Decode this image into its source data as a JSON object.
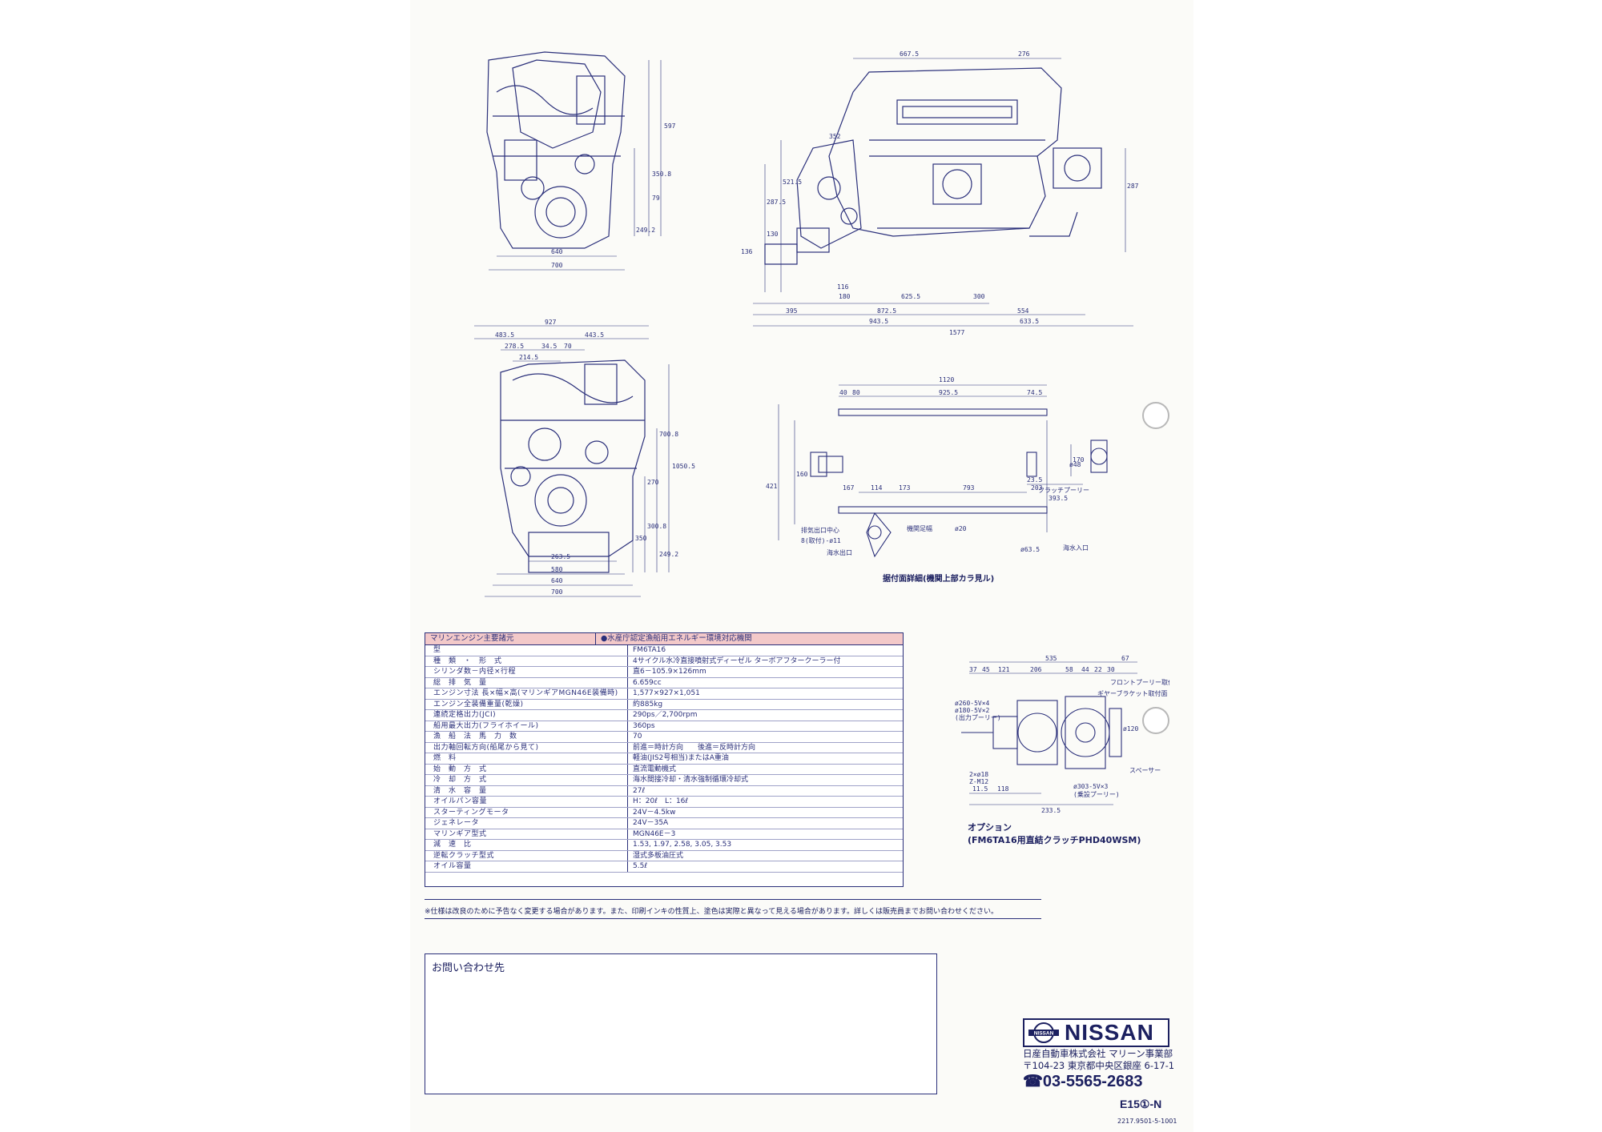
{
  "drawings": {
    "front_view": {
      "dims": [
        "640",
        "700",
        "597",
        "350.8",
        "79",
        "249.2"
      ]
    },
    "side_view": {
      "dims": [
        "667.5",
        "276",
        "352",
        "287.5",
        "521.5",
        "130",
        "136",
        "287",
        "116",
        "180",
        "625.5",
        "300",
        "395",
        "872.5",
        "554",
        "943.5",
        "1577",
        "633.5"
      ]
    },
    "rear_view": {
      "dims": [
        "927",
        "483.5",
        "443.5",
        "278.5",
        "34.5",
        "70",
        "214.5",
        "1050.5",
        "700.8",
        "270",
        "300.8",
        "350",
        "249.2",
        "263.5",
        "580",
        "640",
        "700"
      ]
    },
    "mount_detail": {
      "caption": "据付面詳細(機関上部カラ見ル)",
      "dims": [
        "1120",
        "40",
        "80",
        "925.5",
        "74.5",
        "160",
        "421",
        "167",
        "114",
        "173",
        "793",
        "23.5",
        "203",
        "393.5",
        "170"
      ],
      "labels": [
        "排気出口中心",
        "8(取付)-ø11",
        "ø20",
        "機関足幅",
        "ø63.5",
        "海水出口",
        "海水入口",
        "クラッチプーリー",
        "ø48"
      ]
    },
    "option_detail": {
      "title": "オプション",
      "subtitle": "(FM6TA16用直結クラッチPHD40WSM)",
      "dims": [
        "535",
        "67",
        "37",
        "45",
        "121",
        "206",
        "58",
        "44",
        "22",
        "30",
        "118",
        "233.5",
        "11.5",
        "ø120"
      ],
      "labels": [
        "フロントプーリー取付面",
        "ギヤーブラケット取付面",
        "ø260-5V×4",
        "ø180-5V×2",
        "(出力プーリー)",
        "スペーサー",
        "ø303-5V×3",
        "(乗設プーリー)",
        "2×ø18",
        "Z-M12"
      ]
    }
  },
  "spec_table": {
    "header_left": "マリンエンジン主要諸元",
    "header_right": "●水産庁認定漁船用エネルギー環境対応機関",
    "rows": [
      {
        "key": "型",
        "value": "FM6TA16"
      },
      {
        "key": "種　類　・　形　式",
        "value": "4サイクル水冷直接噴射式ディーゼル ターボアフタークーラー付"
      },
      {
        "key": "シリンダ数－内径×行程",
        "value": "直6－105.9×126mm"
      },
      {
        "key": "総　排　気　量",
        "value": "6.659cc"
      },
      {
        "key": "エンジン寸法 長×幅×高(マリンギアMGN46E装備時)",
        "value": "1,577×927×1,051"
      },
      {
        "key": "エンジン全装備重量(乾燥)",
        "value": "約885kg"
      },
      {
        "key": "連続定格出力(JCI)",
        "value": "290ps／2,700rpm"
      },
      {
        "key": "船用最大出力(フライホイール)",
        "value": "360ps"
      },
      {
        "key": "漁　船　法　馬　力　数",
        "value": "70"
      },
      {
        "key": "出力軸回転方向(船尾から見て)",
        "value": "前進＝時計方向　　後進＝反時計方向"
      },
      {
        "key": "燃　料",
        "value": "軽油(JIS2号相当)またはA重油"
      },
      {
        "key": "始　動　方　式",
        "value": "直流電動機式"
      },
      {
        "key": "冷　却　方　式",
        "value": "海水間接冷却・清水強制循環冷却式"
      },
      {
        "key": "清　水　容　量",
        "value": "27ℓ"
      },
      {
        "key": "オイルパン容量",
        "value": "H：20ℓ　L：16ℓ"
      },
      {
        "key": "スターティングモータ",
        "value": "24V－4.5kw"
      },
      {
        "key": "ジェネレータ",
        "value": "24V－35A"
      },
      {
        "key": "マリンギア型式",
        "value": "MGN46E－3"
      },
      {
        "key": "減　速　比",
        "value": "1.53, 1.97, 2.58, 3.05, 3.53"
      },
      {
        "key": "逆転クラッチ型式",
        "value": "湿式多板油圧式"
      },
      {
        "key": "オイル容量",
        "value": "5.5ℓ"
      }
    ]
  },
  "footnote": "※仕様は改良のために予告なく変更する場合があります。また、印刷インキの性質上、塗色は実際と異なって見える場合があります。詳しくは販売員までお問い合わせください。",
  "contact_box": {
    "title": "お問い合わせ先"
  },
  "company": {
    "logo_badge": "NISSAN",
    "logo_word": "NISSAN",
    "name": "日産自動車株式会社 マリーン事業部",
    "address": "〒104-23 東京都中央区銀座 6-17-1",
    "phone": "☎03-5565-2683"
  },
  "doc_code": "E15①-N",
  "print_code": "2217.9501-5-1001",
  "colors": {
    "ink": "#2a2f7a",
    "header_fill": "#f3c9c9",
    "paper": "#fbfbf8"
  }
}
